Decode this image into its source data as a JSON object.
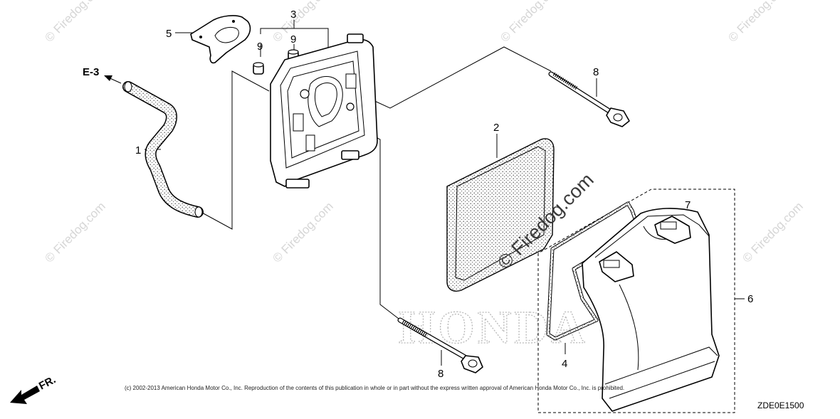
{
  "callouts": {
    "part_1": "1",
    "part_2": "2",
    "part_3": "3",
    "part_4": "4",
    "part_5": "5",
    "part_6": "6",
    "part_7": "7",
    "part_8_top": "8",
    "part_8_bottom": "8",
    "part_9_left": "9",
    "part_9_right": "9"
  },
  "ref_label": "E-3",
  "front_label": "FR.",
  "watermarks": {
    "small": "© Firedog.com",
    "center": "© Firedog.com",
    "brand": "HONDA"
  },
  "copyright": "(c) 2002-2013 American Honda Motor Co., Inc. Reproduction of the contents of this publication in whole or in part without the express written approval of American Honda Motor Co., Inc. is prohibited.",
  "diagram_code": "ZDE0E1500"
}
